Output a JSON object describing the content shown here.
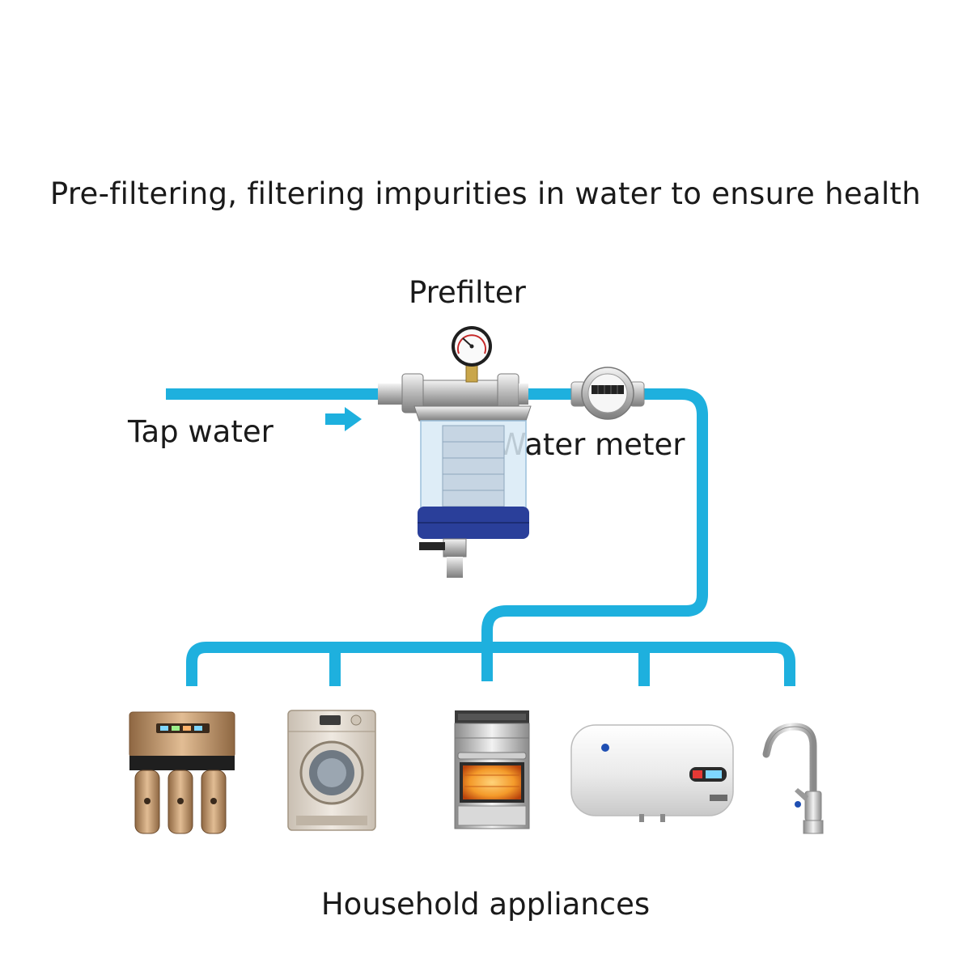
{
  "headline": "Pre-filtering, filtering impurities in water to ensure health",
  "labels": {
    "prefilter": "Prefilter",
    "tap_water": "Tap water",
    "water_meter": "Water meter",
    "household_appliances": "Household appliances"
  },
  "colors": {
    "pipe": "#1eb0de",
    "text": "#1a1a1a",
    "background": "#ffffff"
  },
  "icons": [
    "flow-arrow-icon",
    "prefilter-icon",
    "pressure-gauge-icon",
    "water-meter-icon",
    "water-purifier-icon",
    "washing-machine-icon",
    "gas-stove-oven-icon",
    "water-heater-icon",
    "kitchen-faucet-icon"
  ]
}
